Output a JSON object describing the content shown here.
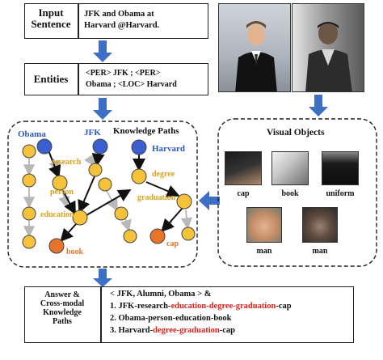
{
  "input": {
    "label_line1": "Input",
    "label_line2": "Sentence",
    "text_line1": "JFK  and  Obama at",
    "text_line2": "Harvard  @Harvard."
  },
  "entities": {
    "label": "Entities",
    "text_line1": "<PER> JFK ; <PER>",
    "text_line2": "Obama ; <LOC> Harvard"
  },
  "knowledge_paths": {
    "title": "Knowledge Paths",
    "nodes": {
      "obama": "Obama",
      "jfk": "JFK",
      "harvard": "Harvard",
      "research": "research",
      "person": "person",
      "education": "education",
      "degree": "degree",
      "graduation": "graduation",
      "book": "book",
      "cap": "cap"
    }
  },
  "visual_objects": {
    "title": "Visual Objects",
    "labels": [
      "cap",
      "book",
      "uniform",
      "man",
      "man"
    ]
  },
  "answer": {
    "label_line1": "Answer &",
    "label_line2": "Cross-modal",
    "label_line3": "Knowledge",
    "label_line4": "Paths",
    "triple": "< JFK, Alumni, Obama > &",
    "path1_prefix": "1. JFK-research-",
    "path1_red": "education-degree-graduation",
    "path1_suffix": "-cap",
    "path2": "2. Obama-person-education-book",
    "path3_prefix": "3. Harvard-",
    "path3_red": "degree-graduation",
    "path3_suffix": "-cap"
  },
  "colors": {
    "blue_node": "#3b5fd0",
    "yellow_node": "#f5c23a",
    "orange_node": "#e8742a",
    "arrow_blue": "#3d6fc4",
    "label_gold": "#d9a21a",
    "label_blue": "#2c56c8",
    "red_text": "#e0201a"
  }
}
